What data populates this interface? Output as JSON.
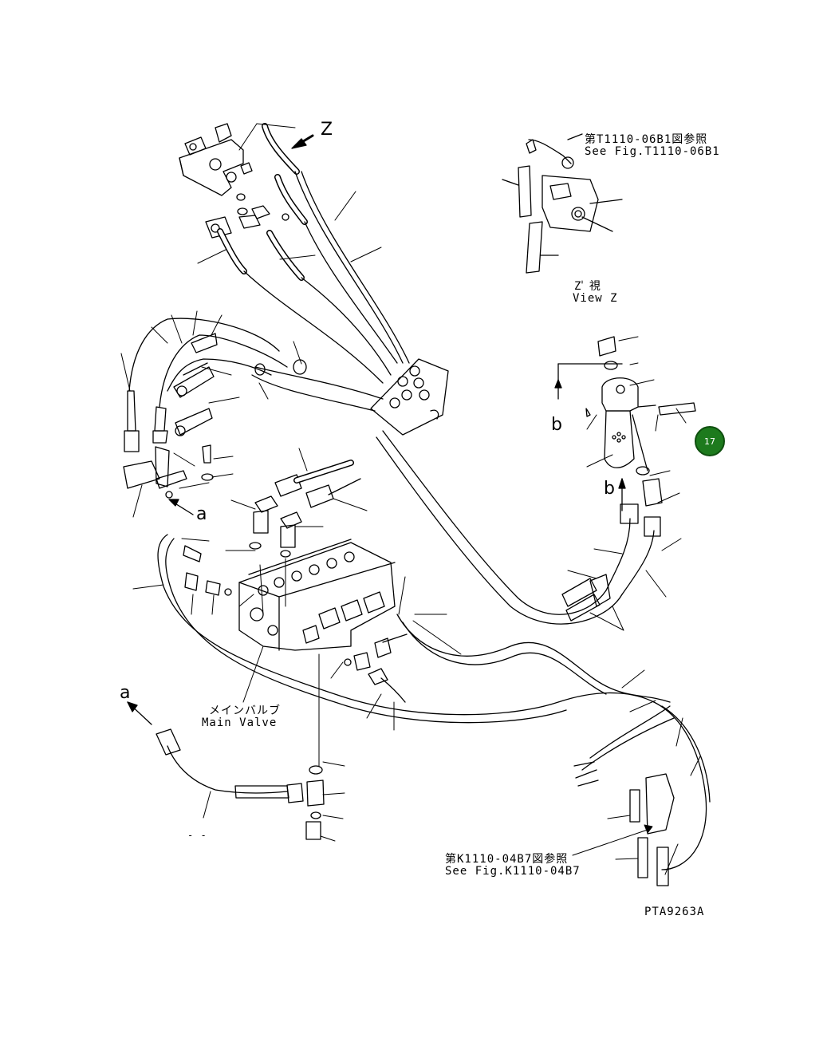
{
  "view_z": {
    "marker": "Z",
    "title_jp": "Z 視",
    "title_en": "View Z"
  },
  "ref_top": {
    "jp": "第T1110-06B1図参照",
    "en": "See Fig.T1110-06B1"
  },
  "ref_bottom": {
    "jp": "第K1110-04B7図参照",
    "en": "See Fig.K1110-04B7"
  },
  "main_valve": {
    "jp": "メインバルブ",
    "en": "Main Valve"
  },
  "markers": {
    "a_upper": "a",
    "a_lower": "a",
    "b_upper": "b",
    "b_lower": "b"
  },
  "callout": {
    "number": "17",
    "color": "#1d7a1d"
  },
  "figure_code": "PTA9263A",
  "small_mark": "- -"
}
